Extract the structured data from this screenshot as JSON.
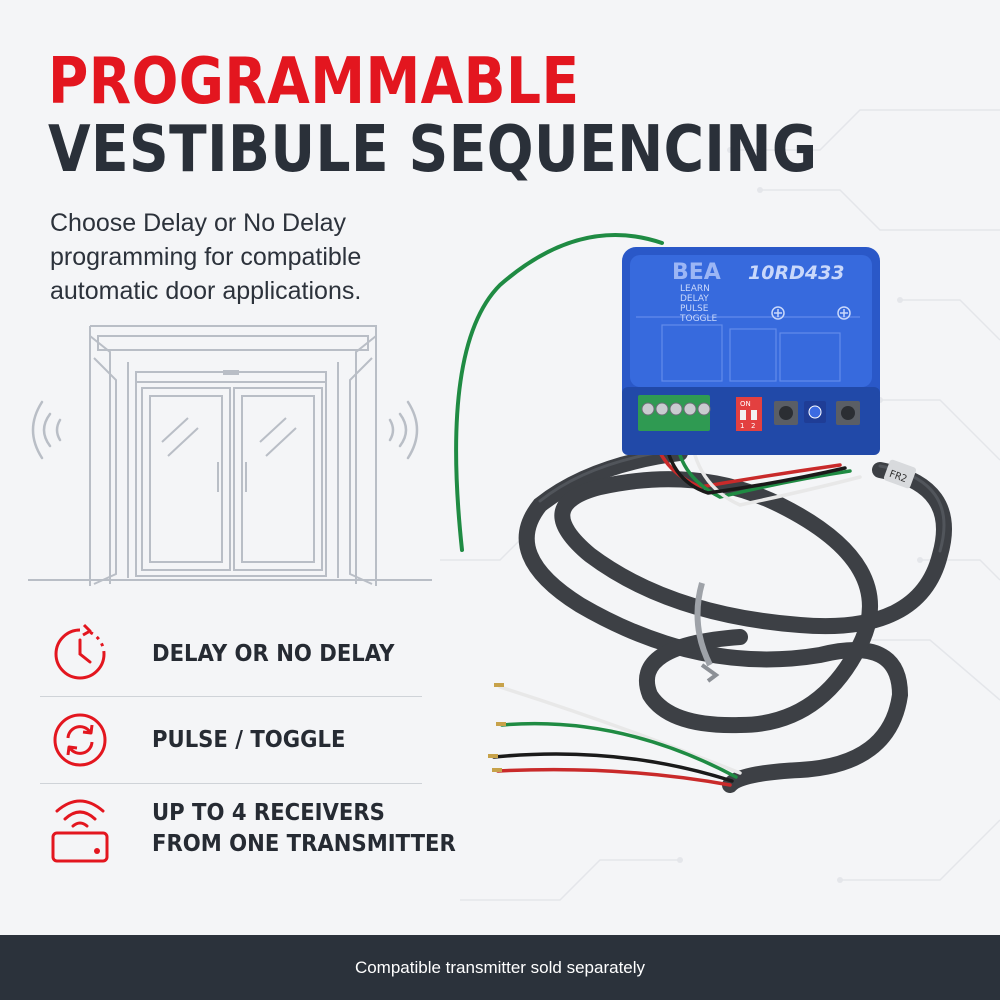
{
  "headline": {
    "line1": "PROGRAMMABLE",
    "line2": "VESTIBULE SEQUENCING"
  },
  "subtitle": "Choose Delay or No Delay programming for compatible automatic door applications.",
  "features": [
    {
      "icon": "clock-delay-icon",
      "line1": "DELAY OR NO DELAY"
    },
    {
      "icon": "pulse-toggle-icon",
      "line1": "PULSE / TOGGLE"
    },
    {
      "icon": "receiver-signal-icon",
      "line1": "UP TO 4 RECEIVERS",
      "line2": "FROM ONE TRANSMITTER"
    }
  ],
  "product": {
    "brand": "BEA",
    "model": "10RD433",
    "labels": [
      "LEARN",
      "DELAY",
      "PULSE",
      "TOGGLE"
    ],
    "switch_on": "ON",
    "switch_numbers": [
      "1",
      "2"
    ],
    "cable_tag": "FR2"
  },
  "footer": "Compatible transmitter sold separately",
  "colors": {
    "accent_red": "#e3161f",
    "dark_text": "#2a3039",
    "footer_bg": "#2b323b",
    "device_blue": "#2a58c8"
  }
}
